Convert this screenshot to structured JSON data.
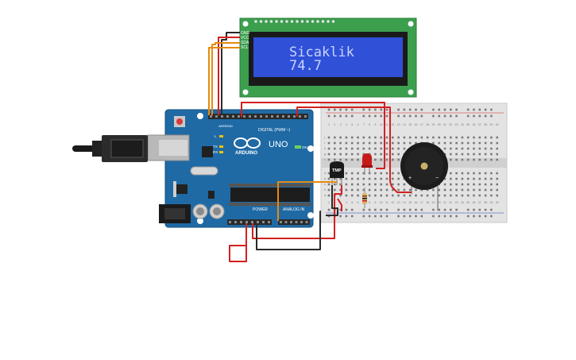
{
  "lcd": {
    "pin_labels": [
      "GND",
      "VCC",
      "SDA",
      "SCL"
    ],
    "line1": "Sicaklik",
    "line2": "74.7",
    "board_color": "#3c9f4e",
    "screen_color": "#3050d8",
    "text_color": "#c8d4ff"
  },
  "arduino": {
    "brand": "ARDUINO",
    "model": "UNO",
    "digital_label": "DIGITAL (PWM ~)",
    "power_label": "POWER",
    "analog_label": "ANALOG IN",
    "on_label": "ON",
    "tx_label": "TX",
    "rx_label": "RX",
    "l_label": "L",
    "aref_label": "AREF",
    "gnd_label": "GND",
    "board_color": "#1f6aa5"
  },
  "breadboard": {
    "column_numbers": [
      "1",
      "2",
      "3",
      "4",
      "5",
      "6",
      "7",
      "8",
      "9",
      "10",
      "11",
      "12",
      "13",
      "14",
      "15",
      "16",
      "17",
      "18",
      "19",
      "20",
      "21",
      "22",
      "23",
      "24",
      "25",
      "26",
      "27",
      "28",
      "29",
      "30"
    ],
    "row_letters_top": [
      "j",
      "i",
      "h",
      "g",
      "f"
    ],
    "row_letters_bottom": [
      "e",
      "d",
      "c",
      "b",
      "a"
    ]
  },
  "components": {
    "sensor_label": "TMP",
    "buzzer_plus": "+",
    "buzzer_minus": "−"
  },
  "wire_colors": {
    "red": "#d42020",
    "black": "#2a2a2a",
    "orange": "#e58a10"
  }
}
